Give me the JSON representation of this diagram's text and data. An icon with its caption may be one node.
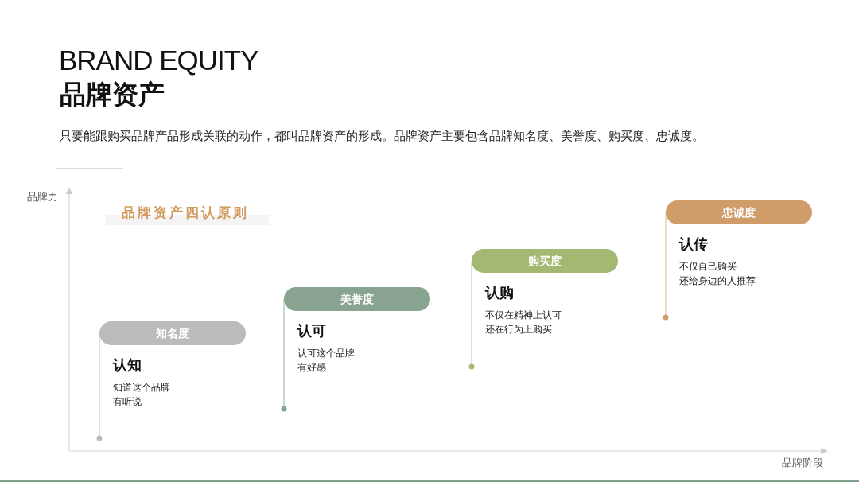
{
  "diagram": {
    "title": "BRAND EQUITY",
    "nodes": [
      {
        "text": [
          "知名度"
        ],
        "beside": [
          "认知",
          "知道这个品牌有听说"
        ]
      },
      {
        "text": [
          "美誉度"
        ],
        "beside": [
          "认可",
          "认可这个品牌有好感"
        ]
      },
      {
        "text": [
          "购买度"
        ],
        "beside": [
          "认购",
          "不仅在精神上认可还在行为上购买"
        ]
      },
      {
        "text": [
          "忠诚度"
        ],
        "beside": [
          "认传",
          "不仅自己购买还给身边的人推荐"
        ]
      }
    ],
    "edges": [],
    "labels": [
      "品牌资产",
      "只要能跟购买品牌产品形成关联的动作，都叫品牌资产的形成。品牌资产主要包含品牌知名度、美誉度、购买度、忠诚度。",
      "品牌力",
      "品牌资产四认原则",
      "品牌阶段"
    ]
  }
}
